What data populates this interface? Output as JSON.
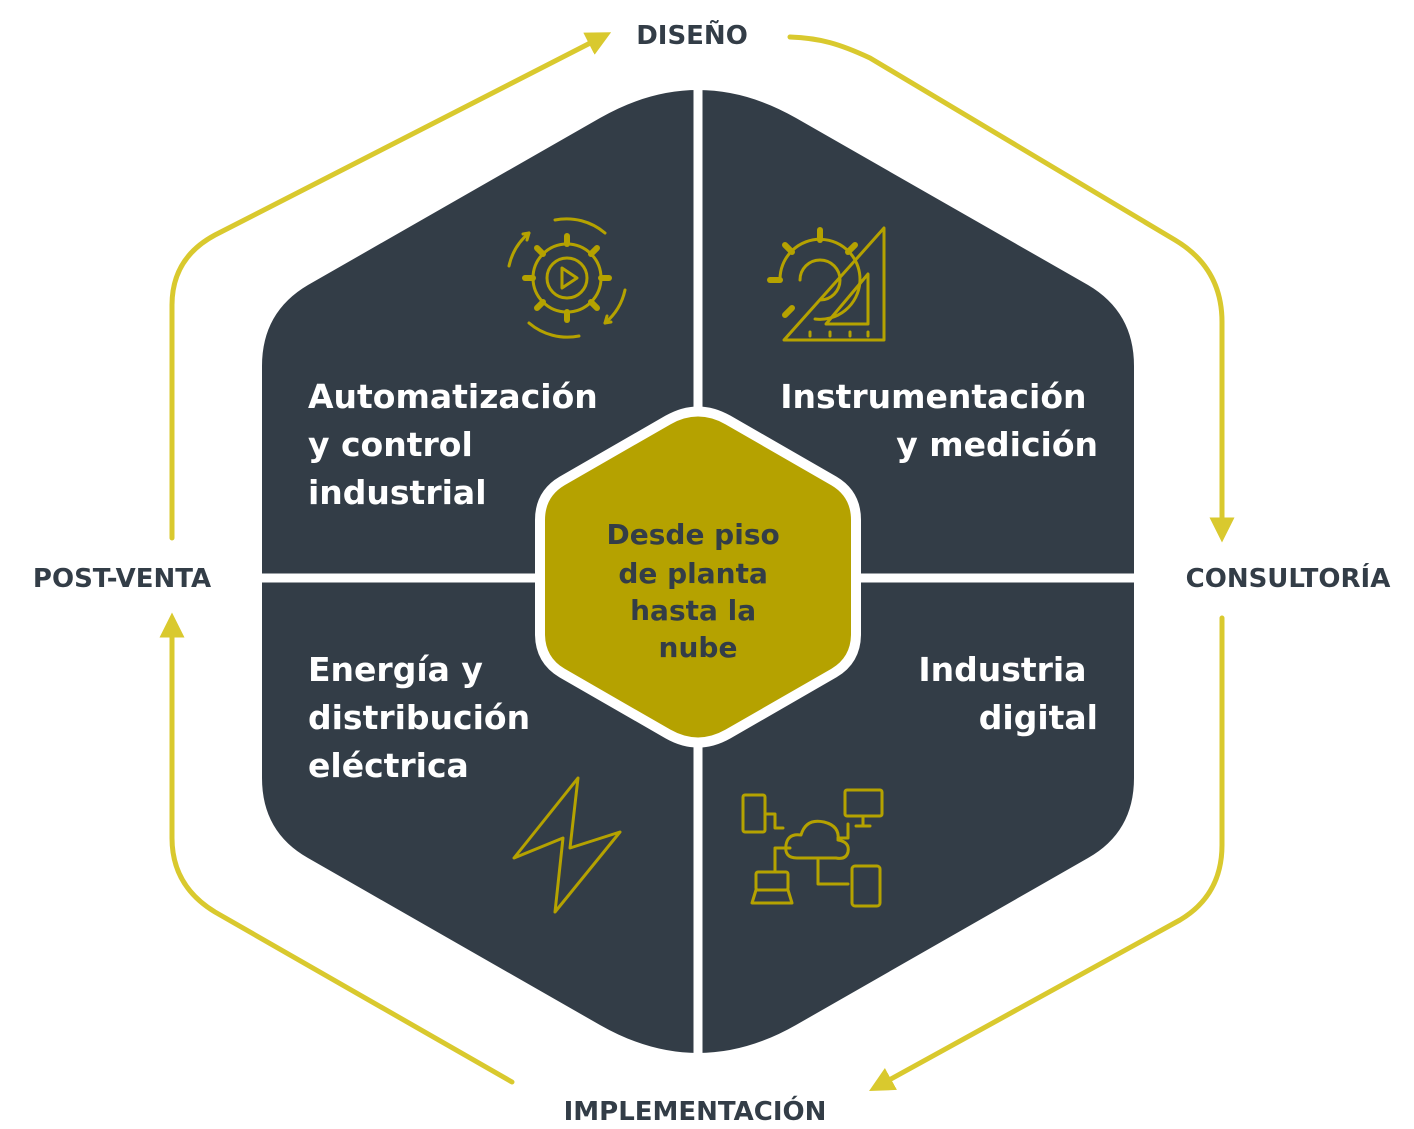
{
  "colors": {
    "dark": "#333d47",
    "gold": "#b5a200",
    "cycle": "#d9c92e",
    "text_dark": "#333d47",
    "text_light": "#ffffff"
  },
  "cycle": {
    "stages": [
      "DISEÑO",
      "CONSULTORÍA",
      "IMPLEMENTACIÓN",
      "POST-VENTA"
    ]
  },
  "quadrants": [
    {
      "lines": [
        "Automatización",
        "y control",
        "industrial"
      ],
      "icon": "gear-cycle-play-icon"
    },
    {
      "lines": [
        "Instrumentación",
        "y medición"
      ],
      "icon": "gear-ruler-icon"
    },
    {
      "lines": [
        "Energía y",
        "distribución",
        "eléctrica"
      ],
      "icon": "lightning-icon"
    },
    {
      "lines": [
        "Industria",
        "digital"
      ],
      "icon": "cloud-network-icon"
    }
  ],
  "center": {
    "lines": [
      "Desde piso",
      "de planta",
      "hasta la",
      "nube"
    ]
  }
}
